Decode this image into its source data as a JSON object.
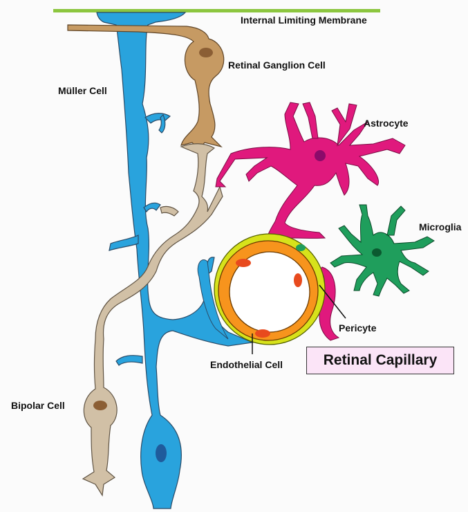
{
  "labels": {
    "ilm": "Internal Limiting Membrane",
    "rgc": "Retinal Ganglion Cell",
    "muller": "Müller Cell",
    "astrocyte": "Astrocyte",
    "microglia": "Microglia",
    "pericyte": "Pericyte",
    "endothelial": "Endothelial Cell",
    "capillary": "Retinal Capillary",
    "bipolar": "Bipolar Cell"
  },
  "colors": {
    "membrane": "#8cc63f",
    "muller": "#29a3dd",
    "ganglion": "#c69a63",
    "bipolar": "#d1c0a6",
    "astrocyte": "#e0197d",
    "microglia": "#1f9e5c",
    "endothelial": "#f7941d",
    "pericyte_layer": "#d7e21b",
    "box_fill": "#fbe4f7"
  }
}
